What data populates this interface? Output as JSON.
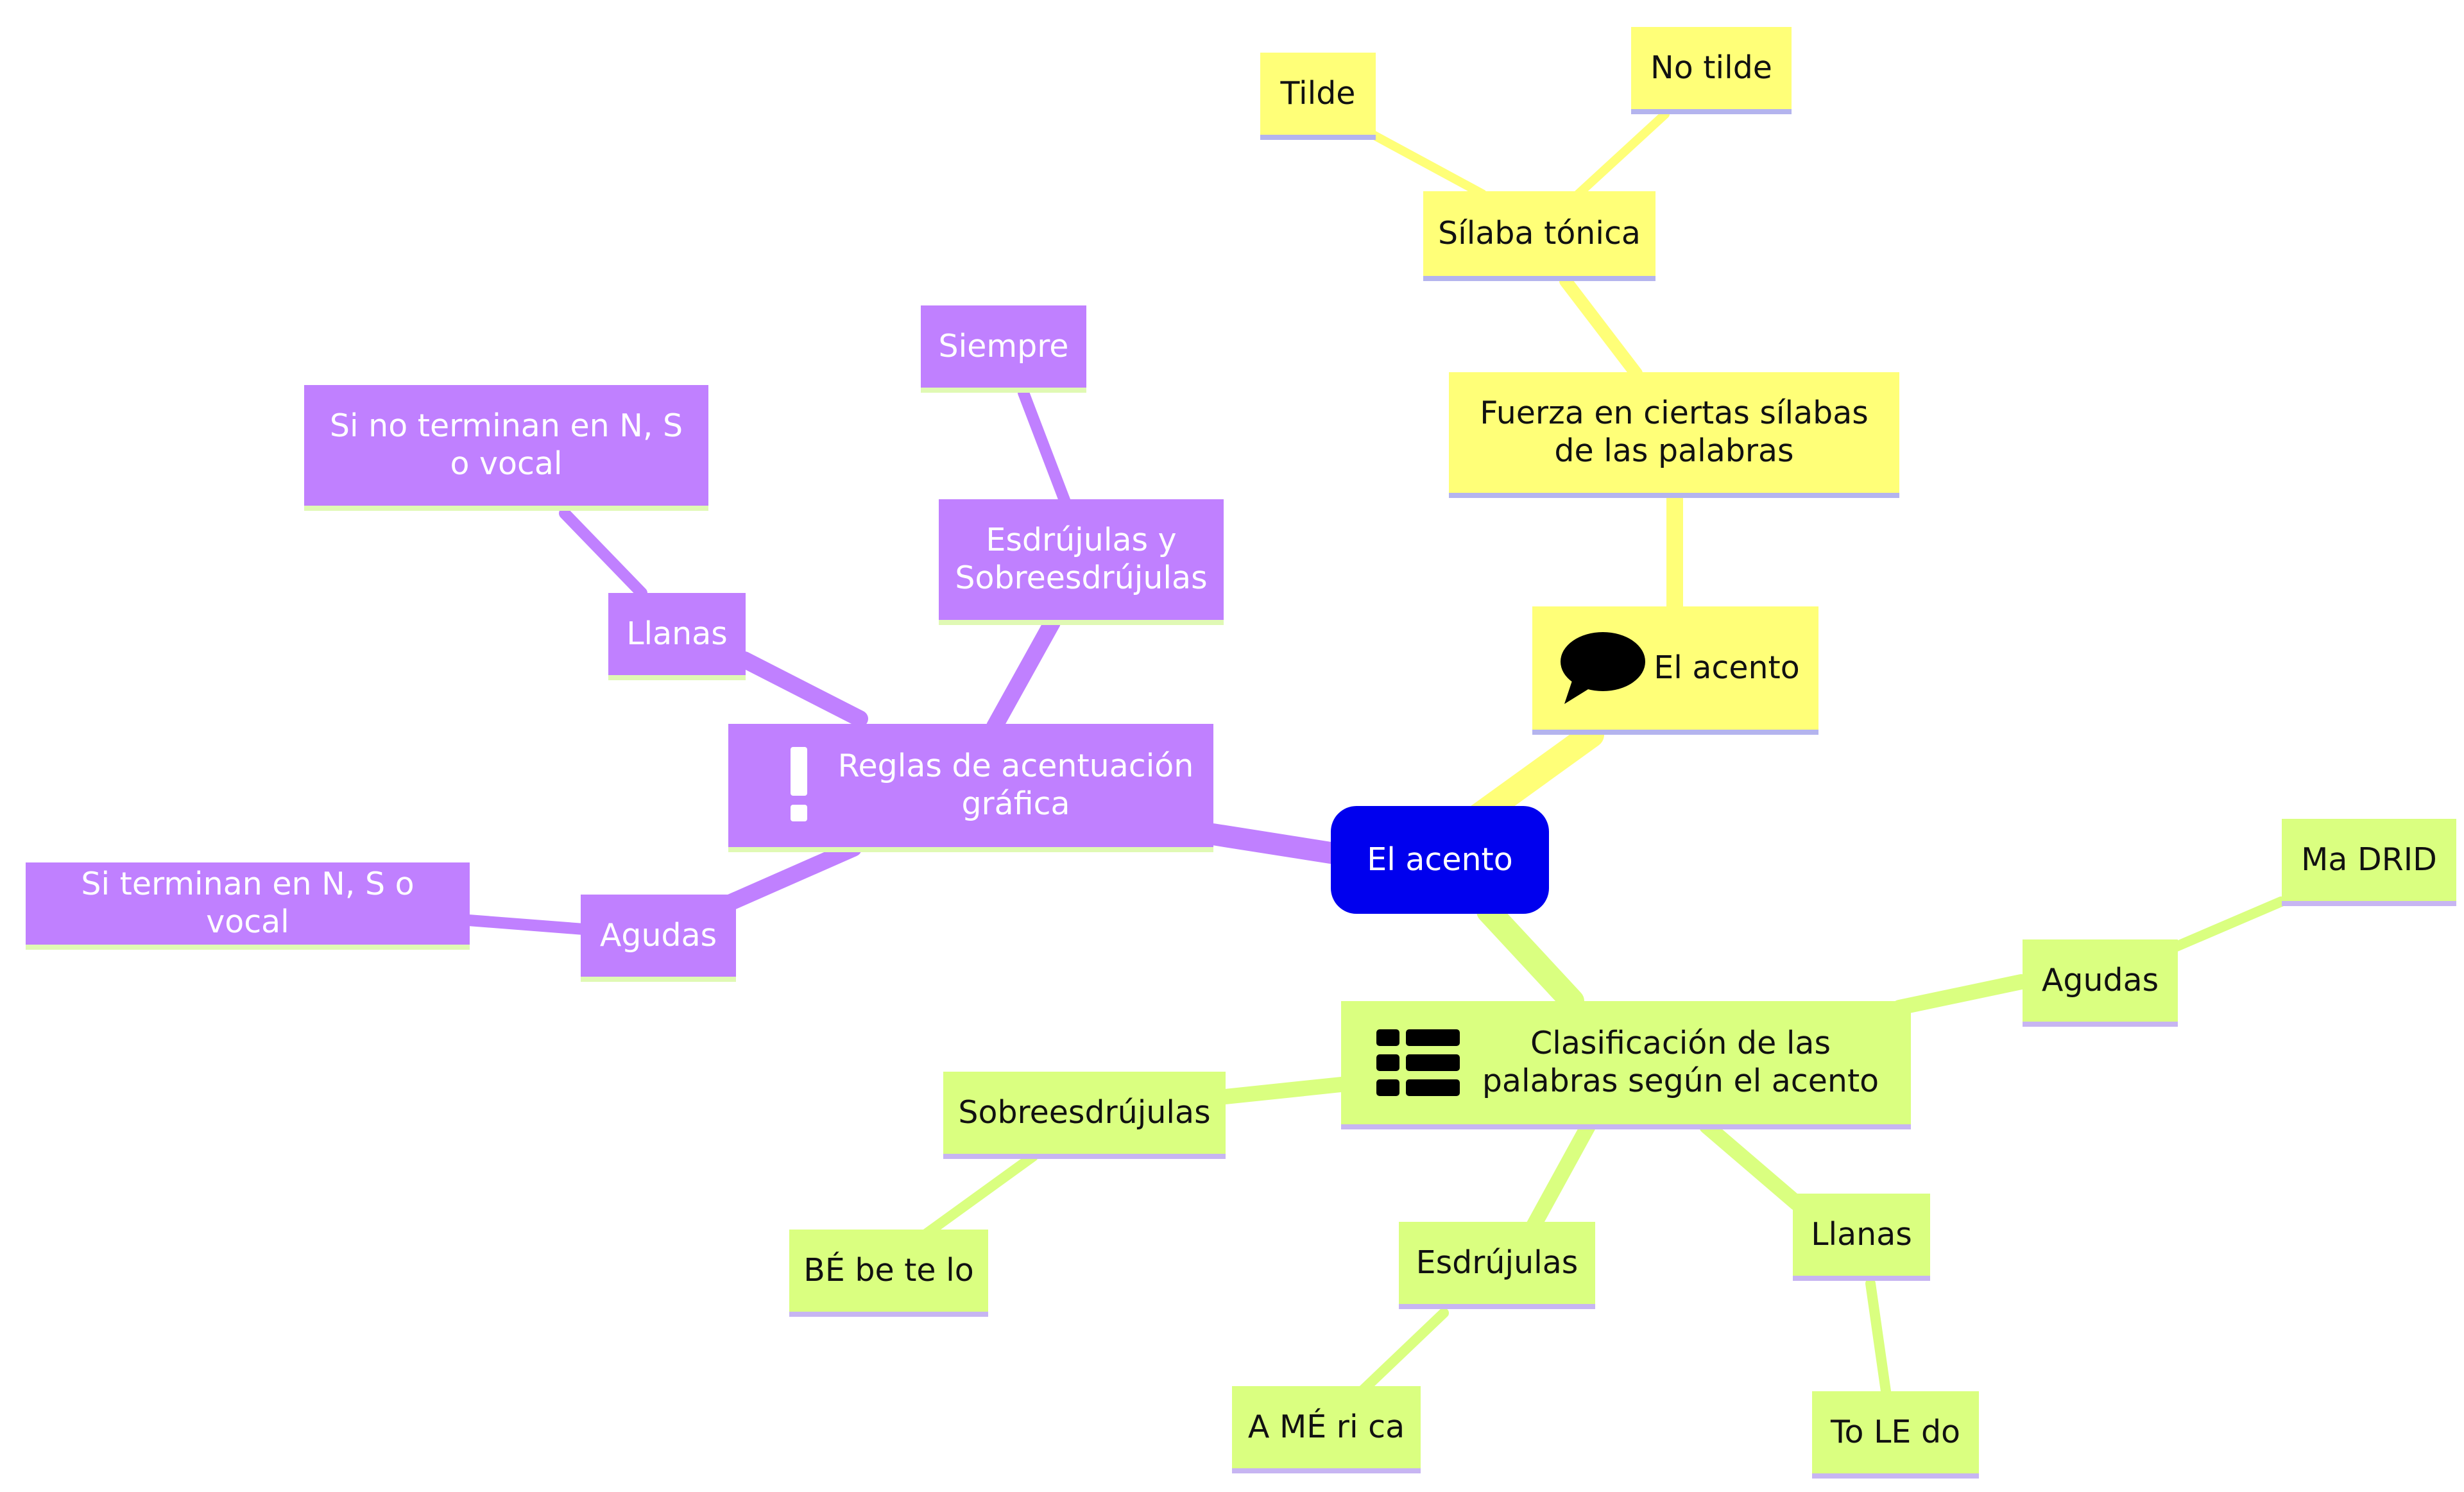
{
  "root": {
    "label": "El acento"
  },
  "branches": {
    "yellow": {
      "main": {
        "label": "El acento",
        "icon": "speech-bubble-icon"
      },
      "definition": {
        "label": "Fuerza en ciertas sílabas de las palabras"
      },
      "tonic": {
        "label": "Sílaba tónica"
      },
      "tilde": {
        "label": "Tilde"
      },
      "no_tilde": {
        "label": "No tilde"
      }
    },
    "purple": {
      "main": {
        "label": "Reglas de acentuación gráfica",
        "icon": "exclamation-icon"
      },
      "esdrujulas": {
        "label": "Esdrújulas y Sobreesdrújulas"
      },
      "siempre": {
        "label": "Siempre"
      },
      "llanas": {
        "label": "Llanas"
      },
      "llanas_rule": {
        "label": "Si no terminan en N, S o vocal"
      },
      "agudas": {
        "label": "Agudas"
      },
      "agudas_rule": {
        "label": "Si terminan en N, S o vocal"
      }
    },
    "green": {
      "main": {
        "label": "Clasificación de las palabras según el acento",
        "icon": "list-icon"
      },
      "agudas": {
        "label": "Agudas"
      },
      "madrid": {
        "label": "Ma DRID"
      },
      "sobreesdrujulas": {
        "label": "Sobreesdrújulas"
      },
      "bebetelo": {
        "label": "BÉ be te lo"
      },
      "esdrujulas": {
        "label": "Esdrújulas"
      },
      "america": {
        "label": "A MÉ ri ca"
      },
      "llanas": {
        "label": "Llanas"
      },
      "toledo": {
        "label": "To LE do"
      }
    }
  },
  "colors": {
    "yellow": "#ffff78",
    "purple": "#c080ff",
    "green": "#daff80",
    "root": "#0000ee"
  }
}
